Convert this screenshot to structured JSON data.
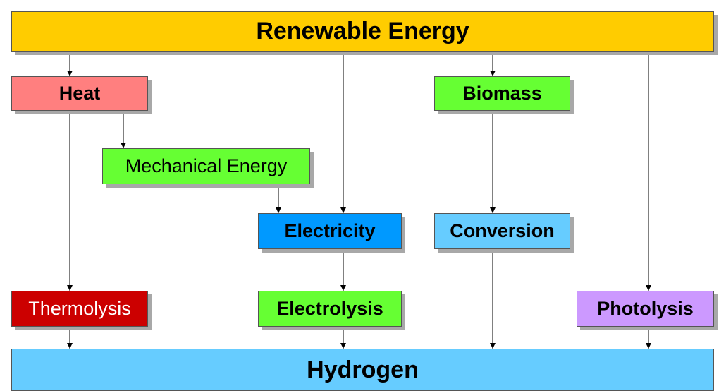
{
  "nodes": {
    "renewable_energy": "Renewable Energy",
    "heat": "Heat",
    "biomass": "Biomass",
    "mechanical_energy": "Mechanical Energy",
    "electricity": "Electricity",
    "conversion": "Conversion",
    "thermolysis": "Thermolysis",
    "electrolysis": "Electrolysis",
    "photolysis": "Photolysis",
    "hydrogen": "Hydrogen"
  },
  "colors": {
    "renewable_energy": "#FFCC00",
    "heat": "#FF7F7F",
    "biomass": "#66FF33",
    "mechanical_energy": "#66FF33",
    "electricity": "#0099FF",
    "conversion": "#66CCFF",
    "thermolysis": "#CC0000",
    "electrolysis": "#66FF33",
    "photolysis": "#CC99FF",
    "hydrogen": "#66CCFF"
  },
  "edges": [
    [
      "renewable_energy",
      "heat"
    ],
    [
      "renewable_energy",
      "electricity"
    ],
    [
      "renewable_energy",
      "biomass"
    ],
    [
      "renewable_energy",
      "photolysis"
    ],
    [
      "heat",
      "mechanical_energy"
    ],
    [
      "heat",
      "thermolysis"
    ],
    [
      "mechanical_energy",
      "electricity"
    ],
    [
      "biomass",
      "conversion"
    ],
    [
      "electricity",
      "electrolysis"
    ],
    [
      "conversion",
      "hydrogen"
    ],
    [
      "thermolysis",
      "hydrogen"
    ],
    [
      "electrolysis",
      "hydrogen"
    ],
    [
      "photolysis",
      "hydrogen"
    ]
  ]
}
